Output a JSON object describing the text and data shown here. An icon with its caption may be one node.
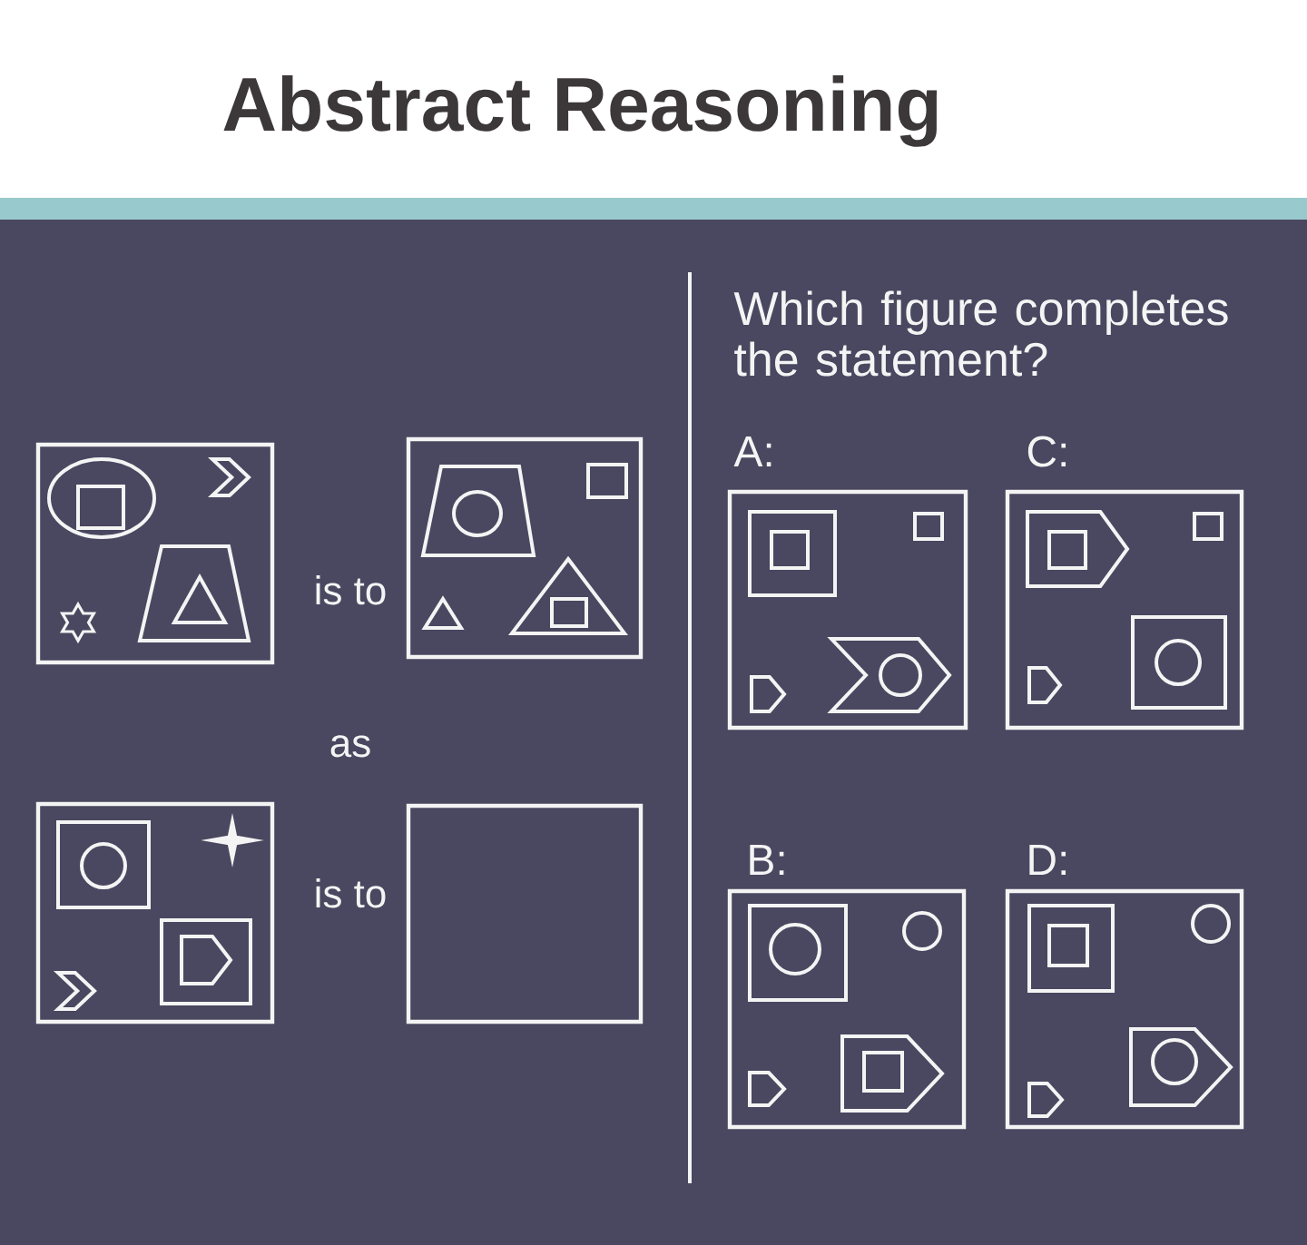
{
  "diagram": {
    "title": "Abstract Reasoning",
    "nodes": [
      {
        "text": [],
        "shape": "picture"
      },
      {
        "text": [],
        "shape": "picture"
      },
      {
        "text": [],
        "shape": "picture"
      },
      {
        "text": [],
        "shape": "box"
      },
      {
        "text": [
          "A:"
        ]
      },
      {
        "text": [
          "C:"
        ]
      },
      {
        "text": [
          "B:"
        ]
      },
      {
        "text": [
          "D:"
        ]
      }
    ],
    "labels": [
      "is to",
      "as",
      "is to",
      "Which figure completes the statement?"
    ]
  }
}
